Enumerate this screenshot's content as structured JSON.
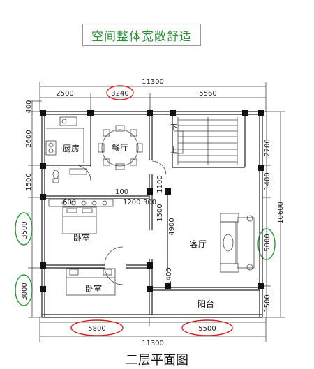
{
  "title": "空间整体宽敞舒适",
  "caption": "二层平面图",
  "top_dims": {
    "total": "11300",
    "d1": "2500",
    "d2": "3240",
    "d3": "5560"
  },
  "bottom_dims": {
    "total": "11300",
    "d1": "5800",
    "d2": "5500"
  },
  "left_dims": {
    "d1": "400",
    "d2": "2600",
    "d3": "1500",
    "d4": "3500",
    "d5": "3000"
  },
  "right_dims": {
    "total": "10600",
    "d1": "2700",
    "d2": "1400",
    "d3": "5000",
    "d4": "1500"
  },
  "inner_dims": {
    "d100": "100",
    "d1200": "1200",
    "d300": "300",
    "d1100": "1100",
    "d1500": "1500",
    "d4900": "4900",
    "d1400": "1400",
    "d600": "600"
  },
  "rooms": {
    "kitchen": "厨房",
    "dining": "餐厅",
    "bedroom1": "卧室",
    "bedroom2": "卧室",
    "living": "客厅",
    "balcony": "阳台"
  },
  "stairs": {
    "down": "下",
    "up": "上"
  },
  "highlight_color": "#cc2222",
  "highlight_color_alt": "#2a9a3a"
}
